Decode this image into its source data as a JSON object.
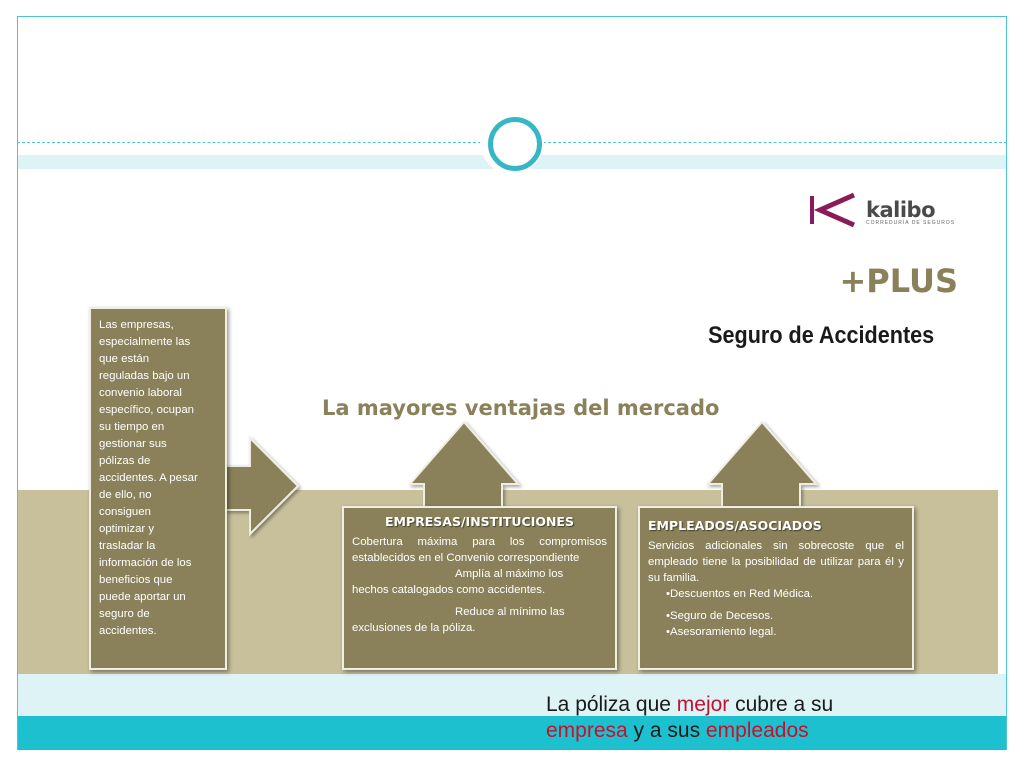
{
  "logo": {
    "name": "kalibo",
    "tagline": "CORREDURÍA DE SEGUROS",
    "accent": "#8b1a5a"
  },
  "header": {
    "brand_suffix": "+PLUS",
    "subtitle": "Seguro de Accidentes"
  },
  "main": {
    "heading": "La mayores ventajas del mercado"
  },
  "side_box": {
    "lines": [
      "Las empresas,",
      "especialmente las",
      "que están",
      "reguladas bajo un",
      "convenio laboral",
      "específico, ocupan",
      "su tiempo en",
      "gestionar sus",
      "pólizas de",
      "accidentes. A pesar",
      "de ello, no",
      "consiguen",
      "optimizar y",
      "trasladar la",
      "información de los",
      "beneficios que",
      "puede aportar un",
      "seguro de",
      "accidentes."
    ]
  },
  "card_empresas": {
    "title": "EMPRESAS/INSTITUCIONES",
    "p1": "Cobertura máxima para los compromisos establecidos en el Convenio correspondiente",
    "p2a": "Amplía al máximo los",
    "p2b": "hechos catalogados como accidentes.",
    "p3a": "Reduce al mínimo las",
    "p3b": "exclusiones de la póliza."
  },
  "card_empleados": {
    "title": "EMPLEADOS/ASOCIADOS",
    "p1": "Servicios adicionales sin sobrecoste que el empleado tiene la posibilidad de utilizar para él y su familia.",
    "bullets": [
      "•Descuentos en Red Médica.",
      "•Seguro de Decesos.",
      "•Asesoramiento legal."
    ]
  },
  "footer": {
    "t1": "La póliza que ",
    "t2": "mejor",
    "t3": " cubre a su",
    "t4": "empresa",
    "t5": " y a sus ",
    "t6": "empleados"
  },
  "colors": {
    "olive": "#8a815a",
    "tan": "#c8c09a",
    "teal": "#1cc0cf",
    "light_teal": "#ddf3f6",
    "red": "#c4112f"
  }
}
